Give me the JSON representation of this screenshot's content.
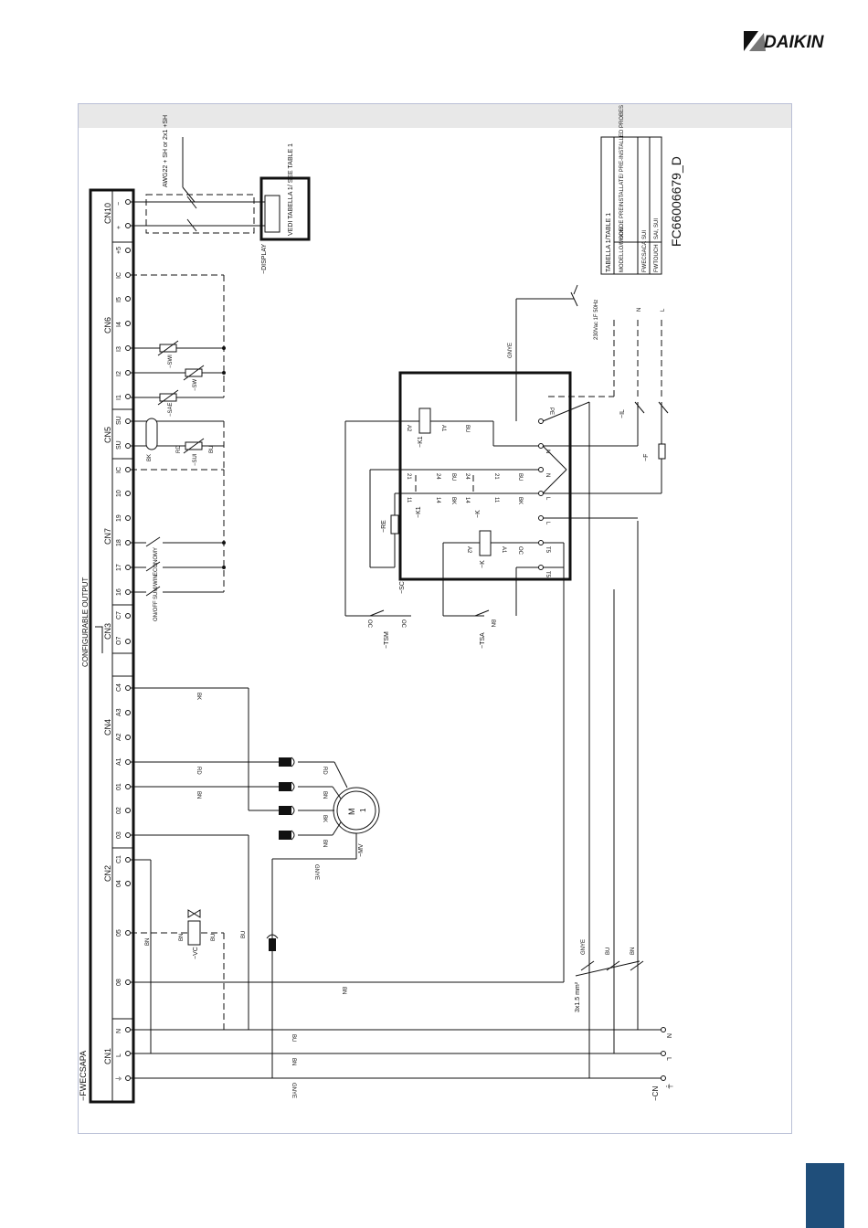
{
  "brand": {
    "name": "DAIKIN",
    "color": "#0a0a0a"
  },
  "drawing_code": "FC66006679_D",
  "board": {
    "name": "−FWECSAPA",
    "configurable_output": "CONFIGURABLE OUTPUT"
  },
  "connectors": [
    {
      "id": "CN1",
      "pins": [
        "⏚",
        "L",
        "N"
      ]
    },
    {
      "id": "CN2",
      "pins": [
        "08",
        "05",
        "04",
        "03",
        "02",
        "01",
        "C1"
      ]
    },
    {
      "id": "CN4",
      "pins": [
        "A1",
        "A2",
        "A3",
        "C4"
      ]
    },
    {
      "id": "CN3",
      "pins": [
        "O7",
        "C7"
      ]
    },
    {
      "id": "CN7",
      "pins": [
        "16",
        "17",
        "18",
        "19",
        "10",
        "IC"
      ]
    },
    {
      "id": "CN5",
      "pins": [
        "SU",
        "SU"
      ]
    },
    {
      "id": "CN6",
      "pins": [
        "I1",
        "I2",
        "I3",
        "I4",
        "I5",
        "IC",
        "+5"
      ]
    },
    {
      "id": "CN10",
      "pins": [
        "+",
        "−"
      ]
    }
  ],
  "inputs": {
    "on_off": "ON/OFF",
    "sum_win": "SUM/WIN",
    "economy": "ECONOMY"
  },
  "probes": [
    "−SAE",
    "−SW",
    "−SWI",
    "−SUI"
  ],
  "display": {
    "label": "−DISPLAY",
    "see_table_1": "VEDI TABELLA 1/ SEE TABLE 1",
    "cable": "AWG22 + SH or 2x1 +SH"
  },
  "motor": {
    "label": "−MV",
    "symbol_m": "M",
    "symbol_1": "1"
  },
  "valve": {
    "label": "−VC"
  },
  "relays": {
    "k1": "−K1",
    "k": "−K",
    "re": "−RE",
    "sc": "−SC",
    "tsm": "−TSM",
    "tsa": "−TSA"
  },
  "power": {
    "supply": "230Vac 1F 50Hz",
    "cn": "−CN",
    "il": "−IL",
    "f": "−F",
    "section": "3x1.5 mm²",
    "terminals": [
      "N",
      "L",
      "⏚"
    ]
  },
  "wire_colors": {
    "bu": "BU",
    "bn": "BN",
    "bk": "BK",
    "rd": "RD",
    "gnye": "GNYE"
  },
  "terminal_labels": {
    "pe": "PE",
    "n": "N",
    "l": "L",
    "t5": "T5",
    "oc": "OC",
    "a1": "A1",
    "a2": "A2",
    "n11": "11",
    "n14": "14",
    "n21": "21",
    "n24": "24"
  },
  "table": {
    "title": "TABELLA 1/TABLE 1",
    "headers": [
      "MODELLO/MODEL",
      "SONDE PREINSTALLATE/ PRE-INSTALLED PROBES"
    ],
    "rows": [
      [
        "FWECSACA",
        "SUI"
      ],
      [
        "FWTOUCH",
        "SAI, SUI"
      ]
    ]
  }
}
